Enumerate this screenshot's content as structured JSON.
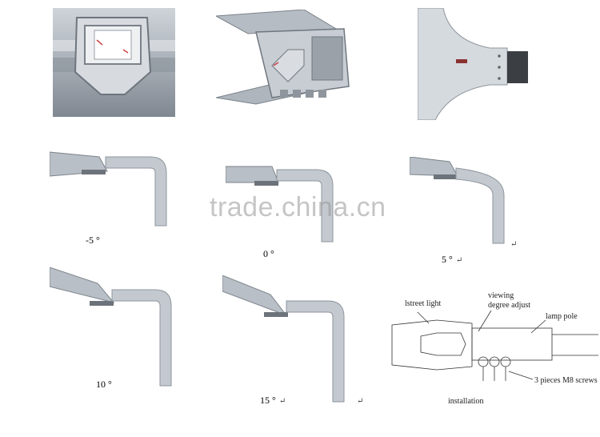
{
  "watermark": "trade.china.cn",
  "return_mark": "↵",
  "angles": [
    {
      "label": "-5 °",
      "return_mark": false
    },
    {
      "label": "0 °",
      "return_mark": false
    },
    {
      "label": "5 °",
      "return_mark": true
    },
    {
      "label": "10 °",
      "return_mark": false
    },
    {
      "label": "15 °",
      "return_mark": true
    }
  ],
  "diagram": {
    "street_light": "lstreet light",
    "viewing": "viewing",
    "degree_adjust": "degree adjust",
    "lamp_pole": "lamp pole",
    "screws": "3 pieces M8 screws",
    "installation": "installation"
  },
  "colors": {
    "metal": "#b9bfc6",
    "metal_dark": "#8f969e",
    "metal_light": "#dfe3e7"
  }
}
